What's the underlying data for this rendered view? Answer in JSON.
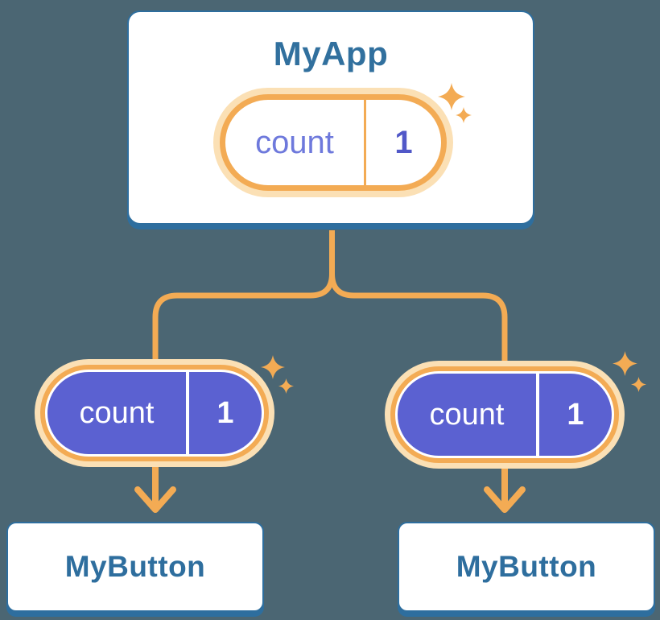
{
  "diagram": {
    "description": "Component tree showing shared state passed down as props",
    "root": {
      "title": "MyApp",
      "state_pill": {
        "name": "count",
        "value": "1"
      },
      "decoration": "sparkle-icon"
    },
    "children": [
      {
        "title": "MyButton",
        "prop_pill": {
          "name": "count",
          "value": "1"
        },
        "decoration": "sparkle-icon"
      },
      {
        "title": "MyButton",
        "prop_pill": {
          "name": "count",
          "value": "1"
        },
        "decoration": "sparkle-icon"
      }
    ],
    "colors": {
      "background": "#4B6673",
      "card_border_blue": "#2E6E9E",
      "card_title_blue": "#31709E",
      "connector_orange": "#F3AB54",
      "pill_glow_cream": "#FBE0B5",
      "pill_fill_purple": "#5B61D1",
      "state_name_purple": "#6E79DC",
      "state_value_purple": "#5158C8",
      "pill_text_white": "#FFFFFF"
    },
    "icons": {
      "sparkle_icon": "✦ four-point star"
    }
  }
}
